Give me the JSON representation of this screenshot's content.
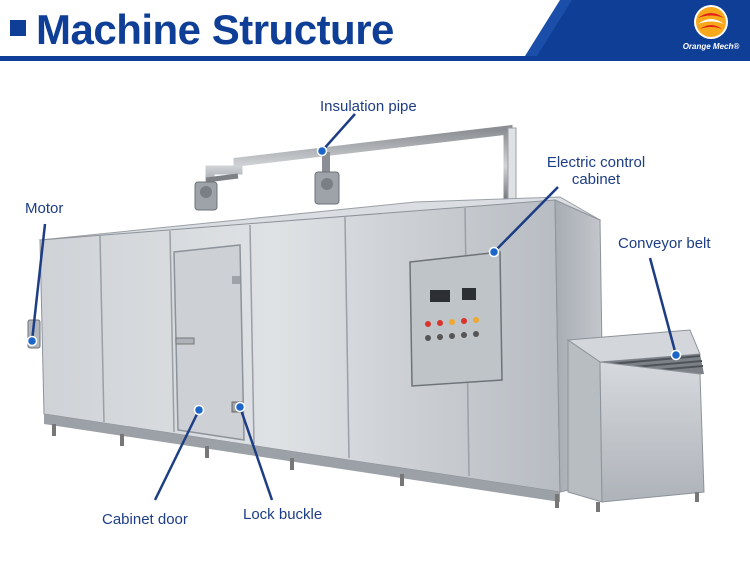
{
  "header": {
    "title": "Machine Structure",
    "logo_text": "Orange Mech®"
  },
  "colors": {
    "brand_blue": "#0f3e96",
    "label_blue": "#1d3d84",
    "logo_orange": "#f08c1a",
    "steel": "#c9cdd2"
  },
  "labels": {
    "insulation_pipe": "Insulation pipe",
    "electric_control_line1": "Electric control",
    "electric_control_line2": "cabinet",
    "motor": "Motor",
    "conveyor_belt": "Conveyor belt",
    "cabinet_door": "Cabinet door",
    "lock_buckle": "Lock buckle"
  }
}
